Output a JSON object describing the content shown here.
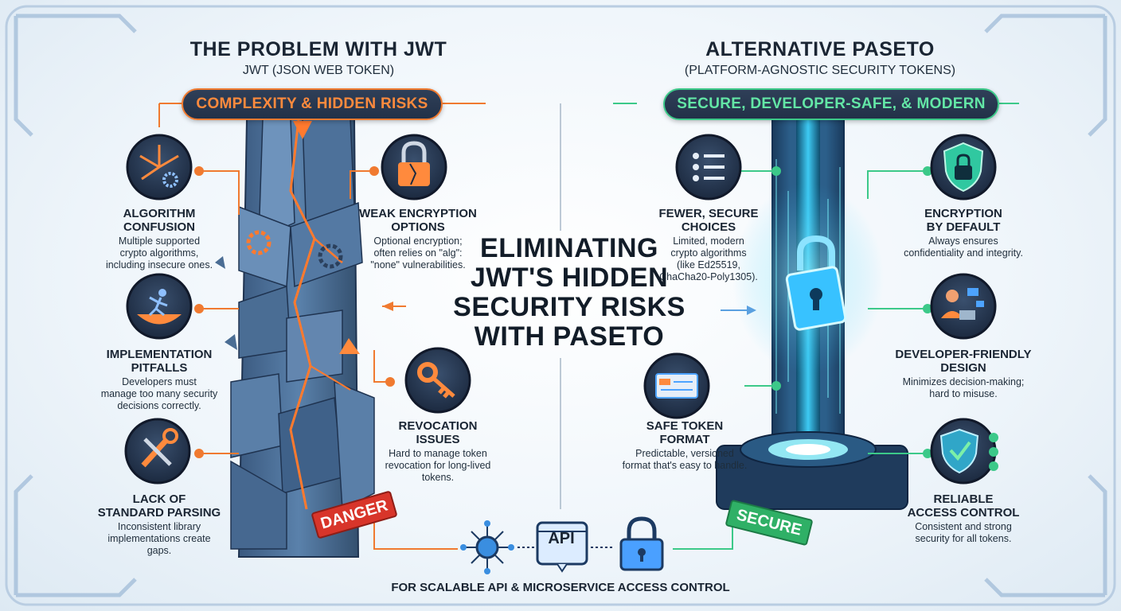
{
  "left": {
    "title": "THE PROBLEM WITH JWT",
    "subtitle": "JWT (JSON WEB TOKEN)",
    "banner": "COMPLEXITY & HIDDEN RISKS",
    "badge": "DANGER",
    "features": [
      {
        "title": "ALGORITHM\nCONFUSION",
        "desc": "Multiple supported\ncrypto algorithms,\nincluding insecure ones.",
        "icon": "arrows-gear-icon"
      },
      {
        "title": "WEAK ENCRYPTION\nOPTIONS",
        "desc": "Optional encryption;\noften relies on \"alg\":\n\"none\" vulnerabilities.",
        "icon": "broken-lock-icon"
      },
      {
        "title": "IMPLEMENTATION\nPITFALLS",
        "desc": "Developers must\nmanage too many security\ndecisions correctly.",
        "icon": "falling-person-icon"
      },
      {
        "title": "REVOCATION\nISSUES",
        "desc": "Hard to manage token\nrevocation for long-lived\ntokens.",
        "icon": "key-icon"
      },
      {
        "title": "LACK OF\nSTANDARD PARSING",
        "desc": "Inconsistent library\nimplementations create\ngaps.",
        "icon": "wrench-screwdriver-icon"
      }
    ]
  },
  "right": {
    "title": "ALTERNATIVE PASETO",
    "subtitle": "(PLATFORM-AGNOSTIC SECURITY TOKENS)",
    "banner": "SECURE, DEVELOPER-SAFE, & MODERN",
    "badge": "SECURE",
    "features": [
      {
        "title": "FEWER, SECURE\nCHOICES",
        "desc": "Limited, modern\ncrypto algorithms\n(like Ed25519,\nChaCha20-Poly1305).",
        "icon": "list-icon"
      },
      {
        "title": "ENCRYPTION\nBY DEFAULT",
        "desc": "Always ensures\nconfidentiality and integrity.",
        "icon": "lock-shield-icon"
      },
      {
        "title": "DEVELOPER-FRIENDLY\nDESIGN",
        "desc": "Minimizes decision-making;\nhard to misuse.",
        "icon": "developer-icon"
      },
      {
        "title": "SAFE TOKEN\nFORMAT",
        "desc": "Predictable, versioned\nformat that's easy to handle.",
        "icon": "token-card-icon"
      },
      {
        "title": "RELIABLE\nACCESS CONTROL",
        "desc": "Consistent and strong\nsecurity for all tokens.",
        "icon": "shield-check-icon"
      }
    ]
  },
  "center": {
    "title": "ELIMINATING\nJWT'S HIDDEN\nSECURITY RISKS\nWITH PASETO"
  },
  "bottom": {
    "api_label": "API",
    "footer": "FOR SCALABLE API & MICROSERVICE ACCESS CONTROL"
  },
  "colors": {
    "danger": "#f07a30",
    "secure": "#3cc989",
    "navy": "#1f2d45",
    "tower": "#4a6d94"
  }
}
